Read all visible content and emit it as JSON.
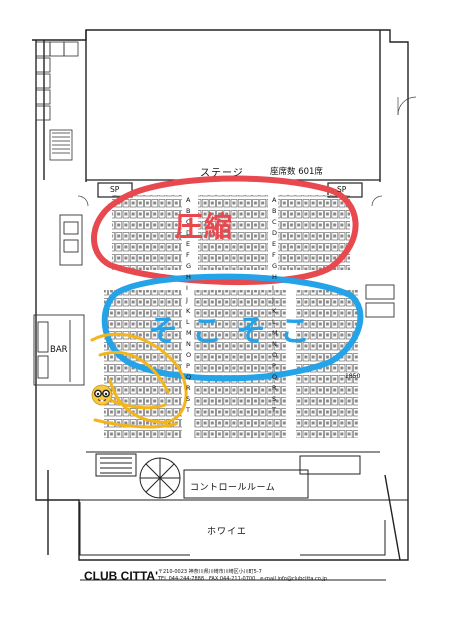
{
  "labels": {
    "stage": "ステージ",
    "seat_count": "座席数 601席",
    "sp_left": "SP",
    "sp_right": "SP",
    "bar": "BAR",
    "dimension": "1850",
    "control_room": "コントロールルーム",
    "foyer": "ホワイエ"
  },
  "footer": {
    "brand": "CLUB CITTA'",
    "address": "〒210-0023 神奈川県川崎市川崎区小川町5-7",
    "contact": "TEL 044-244-7888　FAX 044-211-0700　e-mail info@clubcitta.co.jp"
  },
  "annotations": {
    "red_text": "圧縮",
    "blue_text": "そこそこ",
    "red_color": "#e8494f",
    "blue_color": "#24a3e8",
    "yellow_color": "#f4b51b",
    "glasses_icon": "nerd-face-emoji"
  },
  "row_letters_left": [
    "A",
    "B",
    "C",
    "D",
    "E",
    "F",
    "G",
    "H",
    "I",
    "J",
    "K",
    "L",
    "M",
    "N",
    "O",
    "P",
    "Q",
    "R",
    "S",
    "T"
  ],
  "row_letters_right": [
    "A",
    "B",
    "C",
    "D",
    "E",
    "F",
    "G",
    "H",
    "I",
    "J",
    "K",
    "L",
    "M",
    "N",
    "O",
    "P",
    "Q",
    "R",
    "S",
    "T"
  ]
}
